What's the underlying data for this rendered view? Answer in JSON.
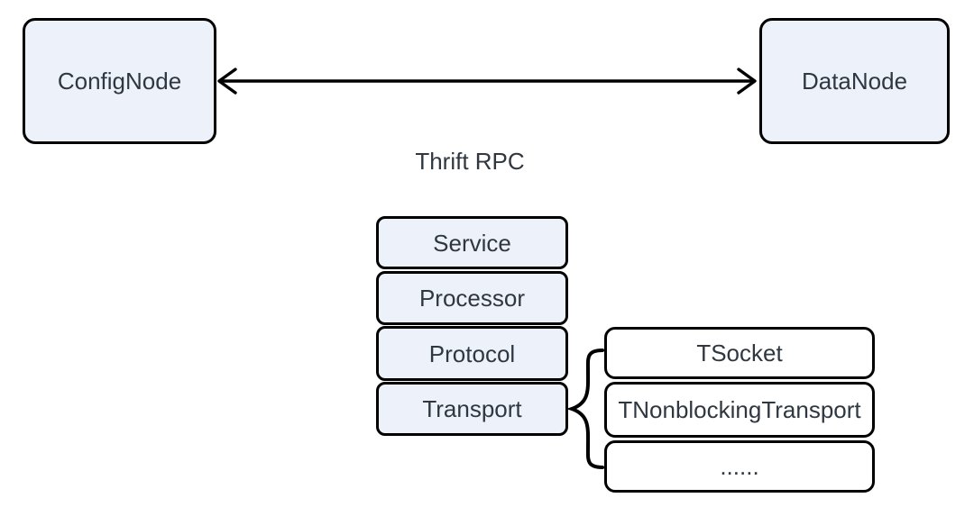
{
  "diagram": {
    "nodes": {
      "config_node": "ConfigNode",
      "data_node": "DataNode"
    },
    "arrow": {
      "label": "Thrift RPC",
      "style": "double-headed"
    },
    "stack_layers": [
      "Service",
      "Processor",
      "Protocol",
      "Transport"
    ],
    "transport_implementations": [
      "TSocket",
      "TNonblockingTransport",
      "......"
    ],
    "colors": {
      "node_fill": "#edf2fa",
      "implementation_fill": "#ffffff",
      "border": "#000000",
      "text": "#2f3740",
      "background": "#ffffff"
    }
  }
}
